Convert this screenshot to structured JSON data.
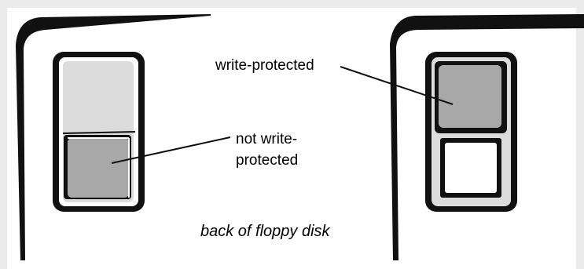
{
  "diagram": {
    "label_write_protected": "write-protected",
    "label_not_write_protected_line1": "not write-",
    "label_not_write_protected_line2": "protected",
    "caption": "back of floppy disk"
  },
  "colors": {
    "background": "#ebebeb",
    "disk_face": "#ffffff",
    "outline": "#111111",
    "tab_gray": "#a8a8a8",
    "track_light": "#dcdcdc"
  }
}
